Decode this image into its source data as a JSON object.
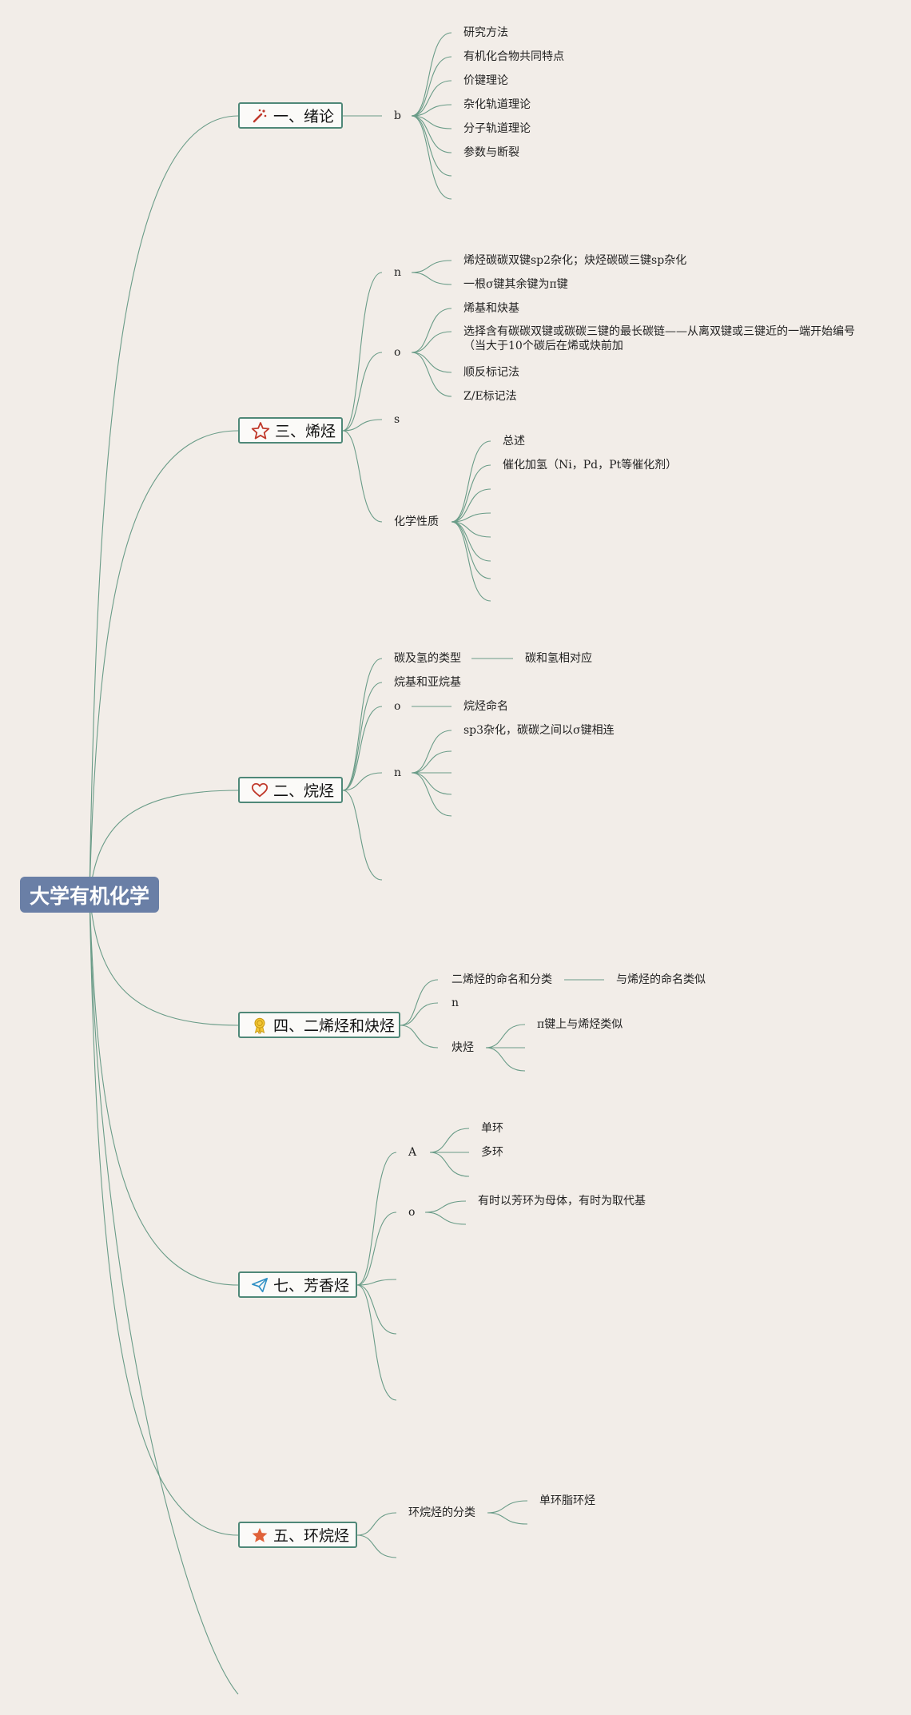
{
  "root": {
    "label": "大学有机化学"
  },
  "topics": {
    "t1": {
      "label": "一、绪论",
      "icon": "magic-wand-icon"
    },
    "t3": {
      "label": "三、烯烃",
      "icon": "star-outline-icon"
    },
    "t2": {
      "label": "二、烷烃",
      "icon": "heart-icon"
    },
    "t4": {
      "label": "四、二烯烃和炔烃",
      "icon": "award-ribbon-icon"
    },
    "t7": {
      "label": "七、芳香烃",
      "icon": "paper-plane-icon"
    },
    "t5": {
      "label": "五、环烷烃",
      "icon": "star-filled-icon"
    }
  },
  "nodes": {
    "b": "b",
    "yanjiu": "研究方法",
    "gongtong": "有机化合物共同特点",
    "jiajian": "价键理论",
    "zahua": "杂化轨道理论",
    "fenzi": "分子轨道理论",
    "canshu": "参数与断裂",
    "n1": "n",
    "sp2": "烯烃碳碳双键sp2杂化；炔烃碳碳三键sp杂化",
    "sigma": "一根σ键其余键为π键",
    "o1": "o",
    "xiji": "烯基和炔基",
    "xuanze": "选择含有碳碳双键或碳碳三键的最长碳链——从离双键或三键近的一端开始编号（当大于10个碳后在烯或炔前加",
    "shunfan": "顺反标记法",
    "ze": "Z/E标记法",
    "s": "s",
    "huaxue": "化学性质",
    "zongshu": "总述",
    "cuihua": "催化加氢（Ni，Pd，Pt等催化剂）",
    "tanqing": "碳及氢的类型",
    "duiying": "碳和氢相对应",
    "wanji": "烷基和亚烷基",
    "o2": "o",
    "mingming": "烷烃命名",
    "n2": "n",
    "sp3": "sp3杂化，碳碳之间以σ键相连",
    "erxi": "二烯烃的命名和分类",
    "leisi": "与烯烃的命名类似",
    "n3": "n",
    "queting": "炔烃",
    "pijian": "π键上与烯烃类似",
    "A": "A",
    "danhuan": "单环",
    "duohuan": "多环",
    "o3": "o",
    "youshi": "有时以芳环为母体，有时为取代基",
    "fenlei": "环烷烃的分类",
    "zhihuan": "单环脂环烃"
  },
  "colors": {
    "line": "#6a9c88",
    "topic_border": "#4f8878",
    "root_bg": "#6a7fa6",
    "background": "#f2ede8"
  }
}
